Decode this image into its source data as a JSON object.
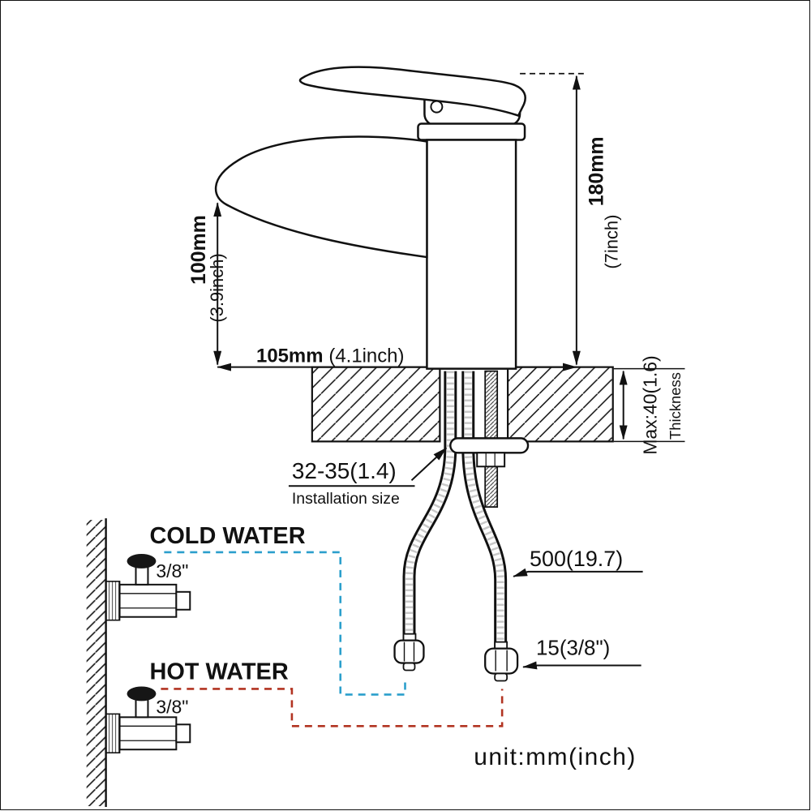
{
  "unit_note": "unit:mm(inch)",
  "dimensions": {
    "height": {
      "value": "180mm",
      "inch": "(7inch)"
    },
    "spout_height": {
      "value": "100mm",
      "inch": "(3.9inch)"
    },
    "reach": {
      "value": "105mm",
      "inch": "(4.1inch)"
    },
    "thickness": {
      "value": "Max:40(1.6)",
      "label": "Thickness"
    },
    "installation": {
      "value": "32-35(1.4)",
      "label": "Installation size"
    },
    "hose_length": {
      "value": "500(19.7)"
    },
    "connector": {
      "value": "15(3/8\")"
    }
  },
  "supply": {
    "cold": {
      "label": "COLD WATER",
      "size": "3/8\"",
      "color": "#2B9FCC"
    },
    "hot": {
      "label": "HOT WATER",
      "size": "3/8\"",
      "color": "#B23422"
    }
  }
}
